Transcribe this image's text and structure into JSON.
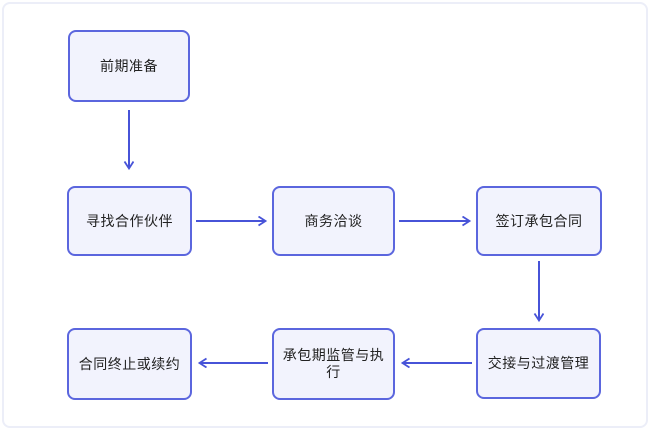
{
  "diagram": {
    "type": "flowchart",
    "nodes": [
      {
        "id": "preliminary-preparation",
        "label": "前期准备"
      },
      {
        "id": "find-partners",
        "label": "寻找合作伙伴"
      },
      {
        "id": "business-negotiation",
        "label": "商务洽谈"
      },
      {
        "id": "sign-contract",
        "label": "签订承包合同"
      },
      {
        "id": "handover-transition",
        "label": "交接与过渡管理"
      },
      {
        "id": "contract-supervision",
        "label": "承包期监管与执行"
      },
      {
        "id": "termination-renewal",
        "label": "合同终止或续约"
      }
    ],
    "edges": [
      {
        "from": "前期准备",
        "to": "寻找合作伙伴",
        "direction": "down"
      },
      {
        "from": "寻找合作伙伴",
        "to": "商务洽谈",
        "direction": "right"
      },
      {
        "from": "商务洽谈",
        "to": "签订承包合同",
        "direction": "right"
      },
      {
        "from": "签订承包合同",
        "to": "交接与过渡管理",
        "direction": "down"
      },
      {
        "from": "交接与过渡管理",
        "to": "承包期监管与执行",
        "direction": "left"
      },
      {
        "from": "承包期监管与执行",
        "to": "合同终止或续约",
        "direction": "left"
      }
    ],
    "colors": {
      "node_border": "#5b66de",
      "node_fill": "#f2f3fd",
      "arrow": "#4753d8",
      "text": "#222222",
      "canvas_border": "#eceef8",
      "background": "#ffffff"
    }
  }
}
